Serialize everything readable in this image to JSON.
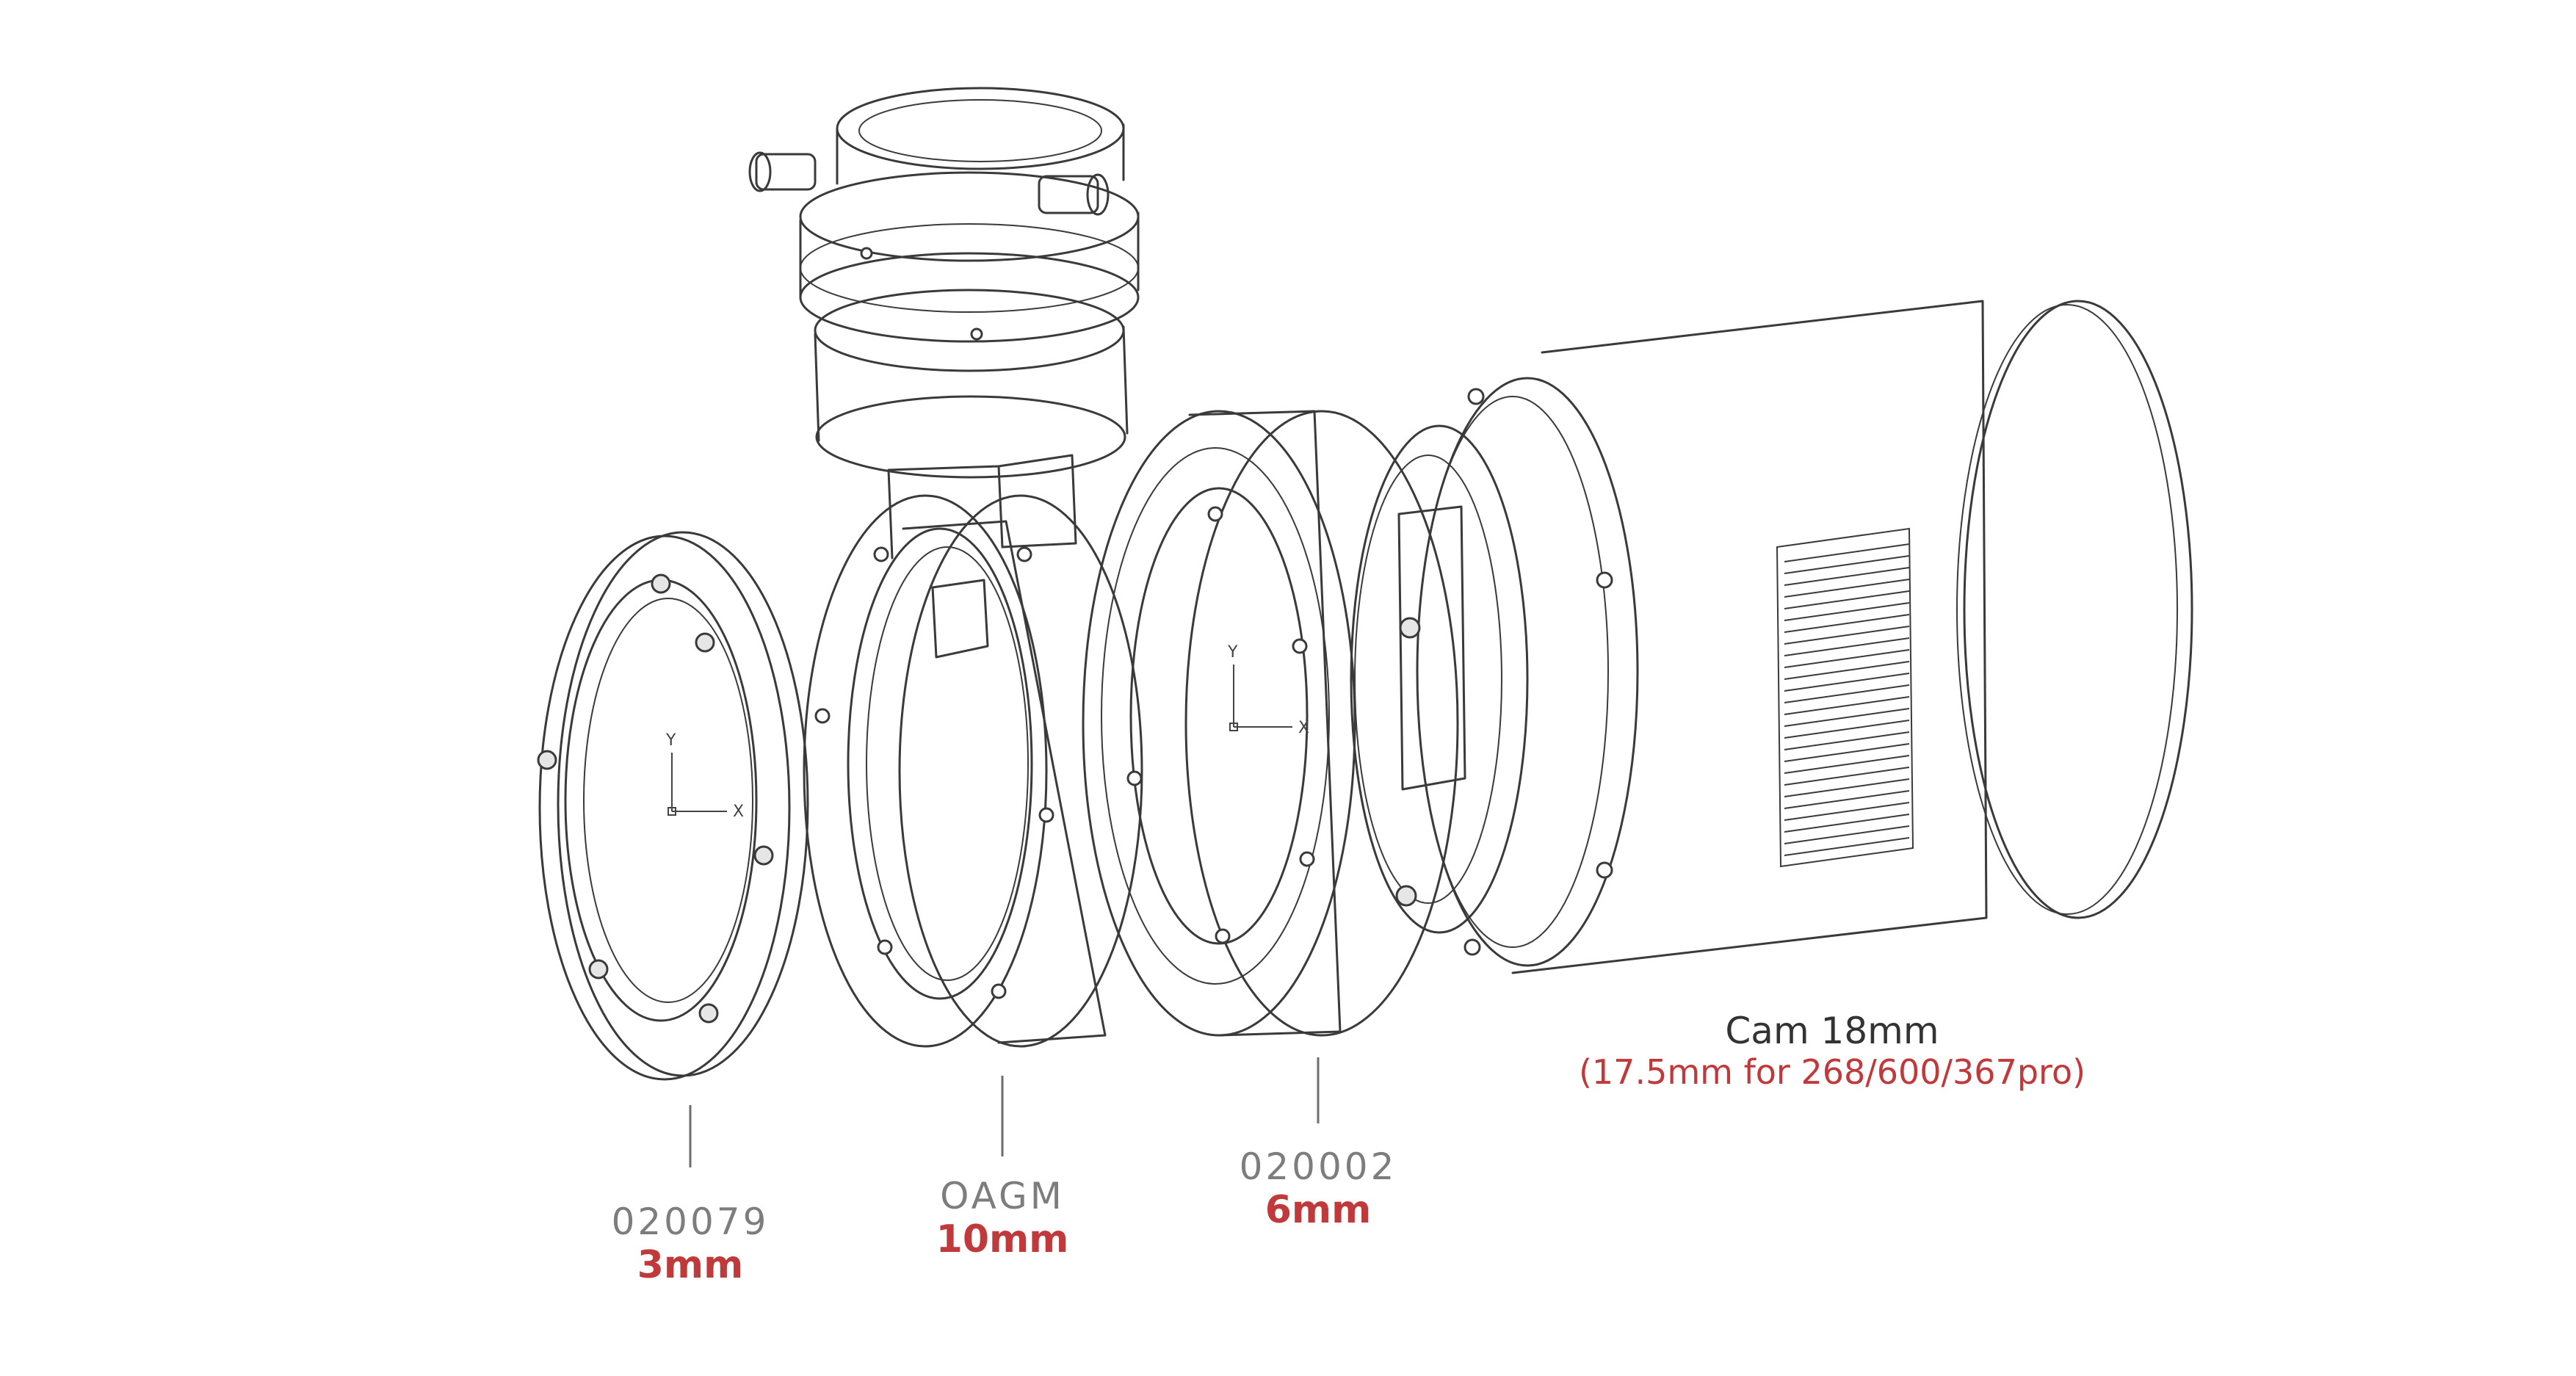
{
  "parts": [
    {
      "id": "spacer_3mm",
      "part_number": "020079",
      "thickness": "3mm"
    },
    {
      "id": "oagm",
      "part_number": "OAGM",
      "thickness": "10mm"
    },
    {
      "id": "adapter_6mm",
      "part_number": "020002",
      "thickness": "6mm"
    }
  ],
  "camera": {
    "title": "Cam 18mm",
    "note": "(17.5mm for 268/600/367pro)"
  },
  "axis_labels": {
    "x": "X",
    "y": "Y"
  },
  "colors": {
    "line": "#3a3a3a",
    "part_number": "#7d7d7d",
    "thickness": "#c0393b",
    "camera_title": "#333333"
  }
}
